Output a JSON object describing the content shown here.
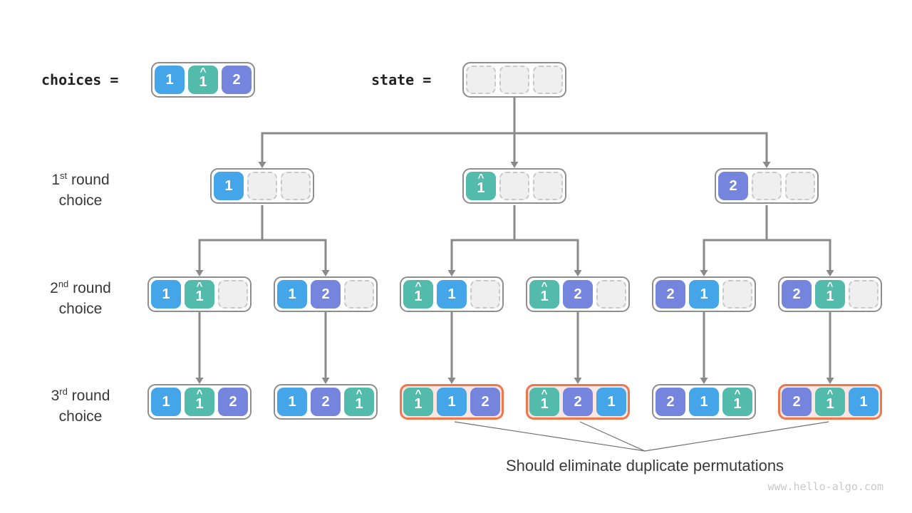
{
  "labels": {
    "choices": "choices = ",
    "state": "state = "
  },
  "hat_symbol": "^",
  "round_labels": [
    {
      "ordinal": "1",
      "suffix": "st",
      "rest": "round",
      "line2": "choice"
    },
    {
      "ordinal": "2",
      "suffix": "nd",
      "rest": "round",
      "line2": "choice"
    },
    {
      "ordinal": "3",
      "suffix": "rd",
      "rest": "round",
      "line2": "choice"
    }
  ],
  "legend": {
    "choices_cells": [
      {
        "v": "1",
        "c": "blue"
      },
      {
        "v": "1",
        "c": "teal",
        "hat": true
      },
      {
        "v": "2",
        "c": "purple"
      }
    ],
    "state_cells": [
      {
        "empty": true
      },
      {
        "empty": true
      },
      {
        "empty": true
      }
    ]
  },
  "tree": {
    "round1": [
      {
        "cells": [
          {
            "v": "1",
            "c": "blue"
          },
          {
            "empty": true
          },
          {
            "empty": true
          }
        ],
        "highlighted": false
      },
      {
        "cells": [
          {
            "v": "1",
            "c": "teal",
            "hat": true
          },
          {
            "empty": true
          },
          {
            "empty": true
          }
        ],
        "highlighted": false
      },
      {
        "cells": [
          {
            "v": "2",
            "c": "purple"
          },
          {
            "empty": true
          },
          {
            "empty": true
          }
        ],
        "highlighted": false
      }
    ],
    "round2": [
      {
        "cells": [
          {
            "v": "1",
            "c": "blue"
          },
          {
            "v": "1",
            "c": "teal",
            "hat": true
          },
          {
            "empty": true
          }
        ],
        "highlighted": false
      },
      {
        "cells": [
          {
            "v": "1",
            "c": "blue"
          },
          {
            "v": "2",
            "c": "purple"
          },
          {
            "empty": true
          }
        ],
        "highlighted": false
      },
      {
        "cells": [
          {
            "v": "1",
            "c": "teal",
            "hat": true
          },
          {
            "v": "1",
            "c": "blue"
          },
          {
            "empty": true
          }
        ],
        "highlighted": false
      },
      {
        "cells": [
          {
            "v": "1",
            "c": "teal",
            "hat": true
          },
          {
            "v": "2",
            "c": "purple"
          },
          {
            "empty": true
          }
        ],
        "highlighted": false
      },
      {
        "cells": [
          {
            "v": "2",
            "c": "purple"
          },
          {
            "v": "1",
            "c": "blue"
          },
          {
            "empty": true
          }
        ],
        "highlighted": false
      },
      {
        "cells": [
          {
            "v": "2",
            "c": "purple"
          },
          {
            "v": "1",
            "c": "teal",
            "hat": true
          },
          {
            "empty": true
          }
        ],
        "highlighted": false
      }
    ],
    "round3": [
      {
        "cells": [
          {
            "v": "1",
            "c": "blue"
          },
          {
            "v": "1",
            "c": "teal",
            "hat": true
          },
          {
            "v": "2",
            "c": "purple"
          }
        ],
        "highlighted": false
      },
      {
        "cells": [
          {
            "v": "1",
            "c": "blue"
          },
          {
            "v": "2",
            "c": "purple"
          },
          {
            "v": "1",
            "c": "teal",
            "hat": true
          }
        ],
        "highlighted": false
      },
      {
        "cells": [
          {
            "v": "1",
            "c": "teal",
            "hat": true
          },
          {
            "v": "1",
            "c": "blue"
          },
          {
            "v": "2",
            "c": "purple"
          }
        ],
        "highlighted": true
      },
      {
        "cells": [
          {
            "v": "1",
            "c": "teal",
            "hat": true
          },
          {
            "v": "2",
            "c": "purple"
          },
          {
            "v": "1",
            "c": "blue"
          }
        ],
        "highlighted": true
      },
      {
        "cells": [
          {
            "v": "2",
            "c": "purple"
          },
          {
            "v": "1",
            "c": "blue"
          },
          {
            "v": "1",
            "c": "teal",
            "hat": true
          }
        ],
        "highlighted": false
      },
      {
        "cells": [
          {
            "v": "2",
            "c": "purple"
          },
          {
            "v": "1",
            "c": "teal",
            "hat": true
          },
          {
            "v": "1",
            "c": "blue"
          }
        ],
        "highlighted": true
      }
    ]
  },
  "note": {
    "text": "Should eliminate duplicate permutations"
  },
  "watermark": "www.hello-algo.com",
  "colors": {
    "blue": "#44A6E8",
    "teal": "#52BBAC",
    "purple": "#7584DC",
    "highlight_border": "#F0764B",
    "highlight_fill": "#FBE6E2",
    "line_gray": "#8A8A8A",
    "thin_line": "#6F6F6F"
  }
}
